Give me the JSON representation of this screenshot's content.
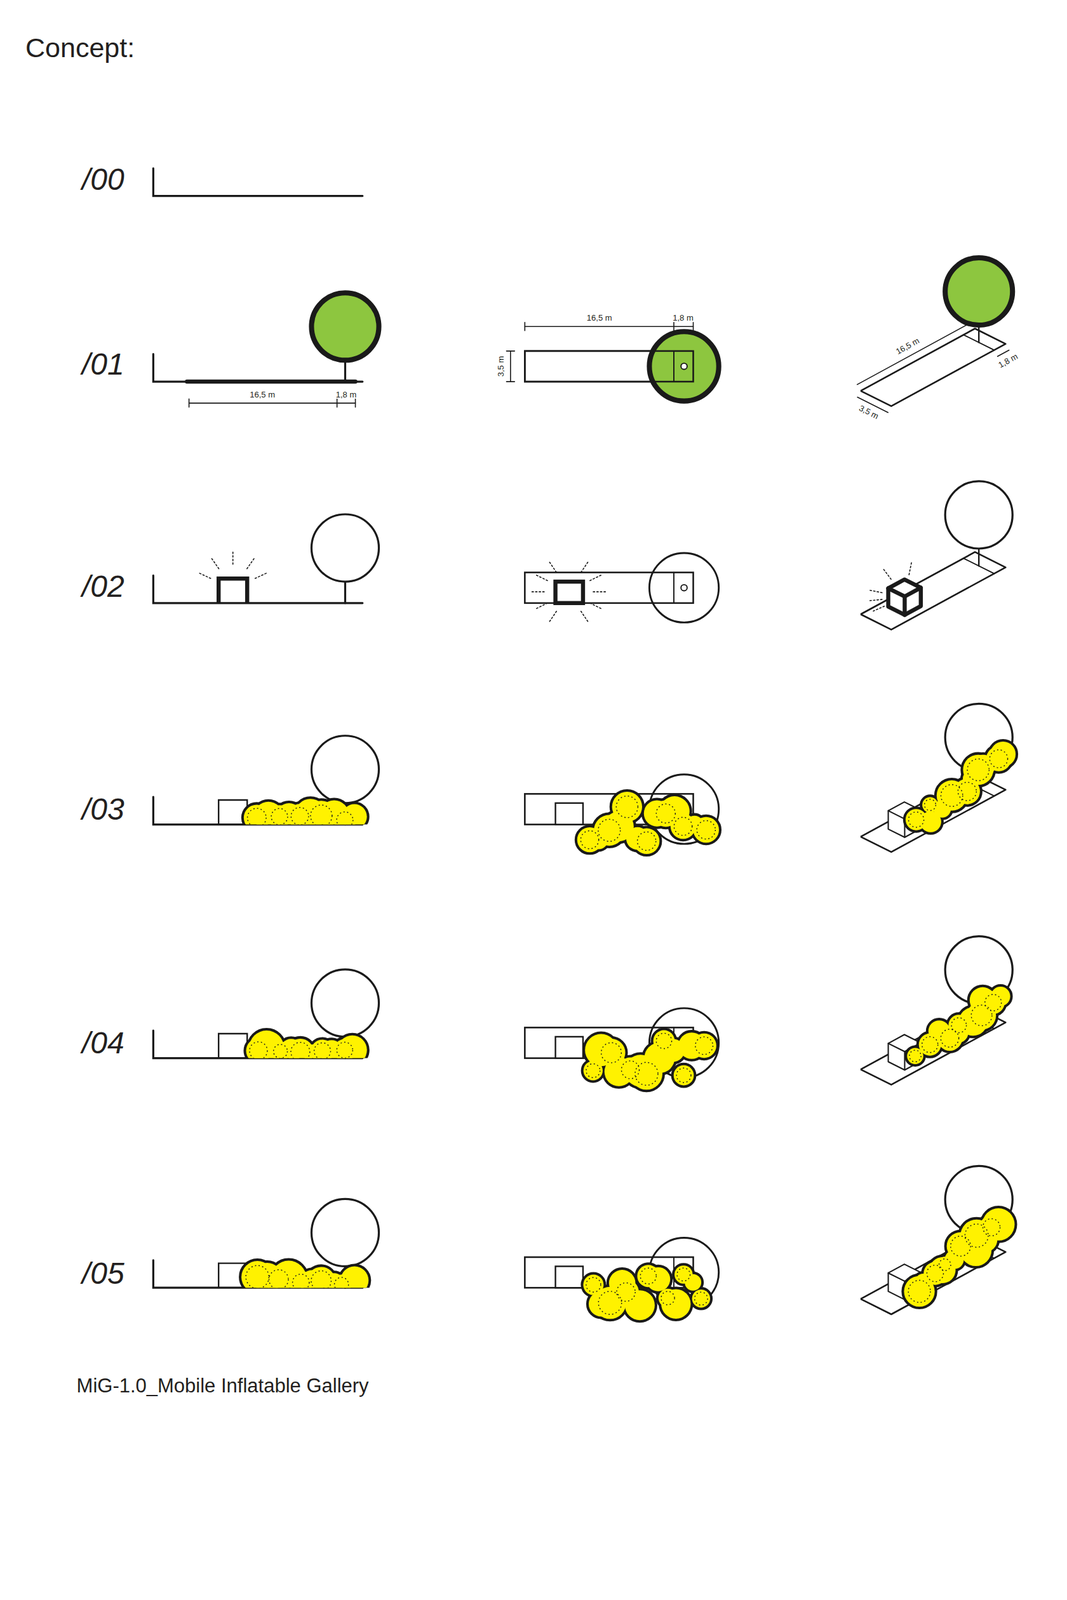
{
  "diagram": {
    "title": "Concept:",
    "caption": "MiG-1.0_Mobile Inflatable Gallery",
    "labels": [
      "/00",
      "/01",
      "16,5 m",
      "1,8 m",
      "16,5 m",
      "1,8 m",
      "3,5 m",
      "16,5 m",
      "1,8 m",
      "3,5 m",
      "/02",
      "/03",
      "/04",
      "/05"
    ]
  }
}
